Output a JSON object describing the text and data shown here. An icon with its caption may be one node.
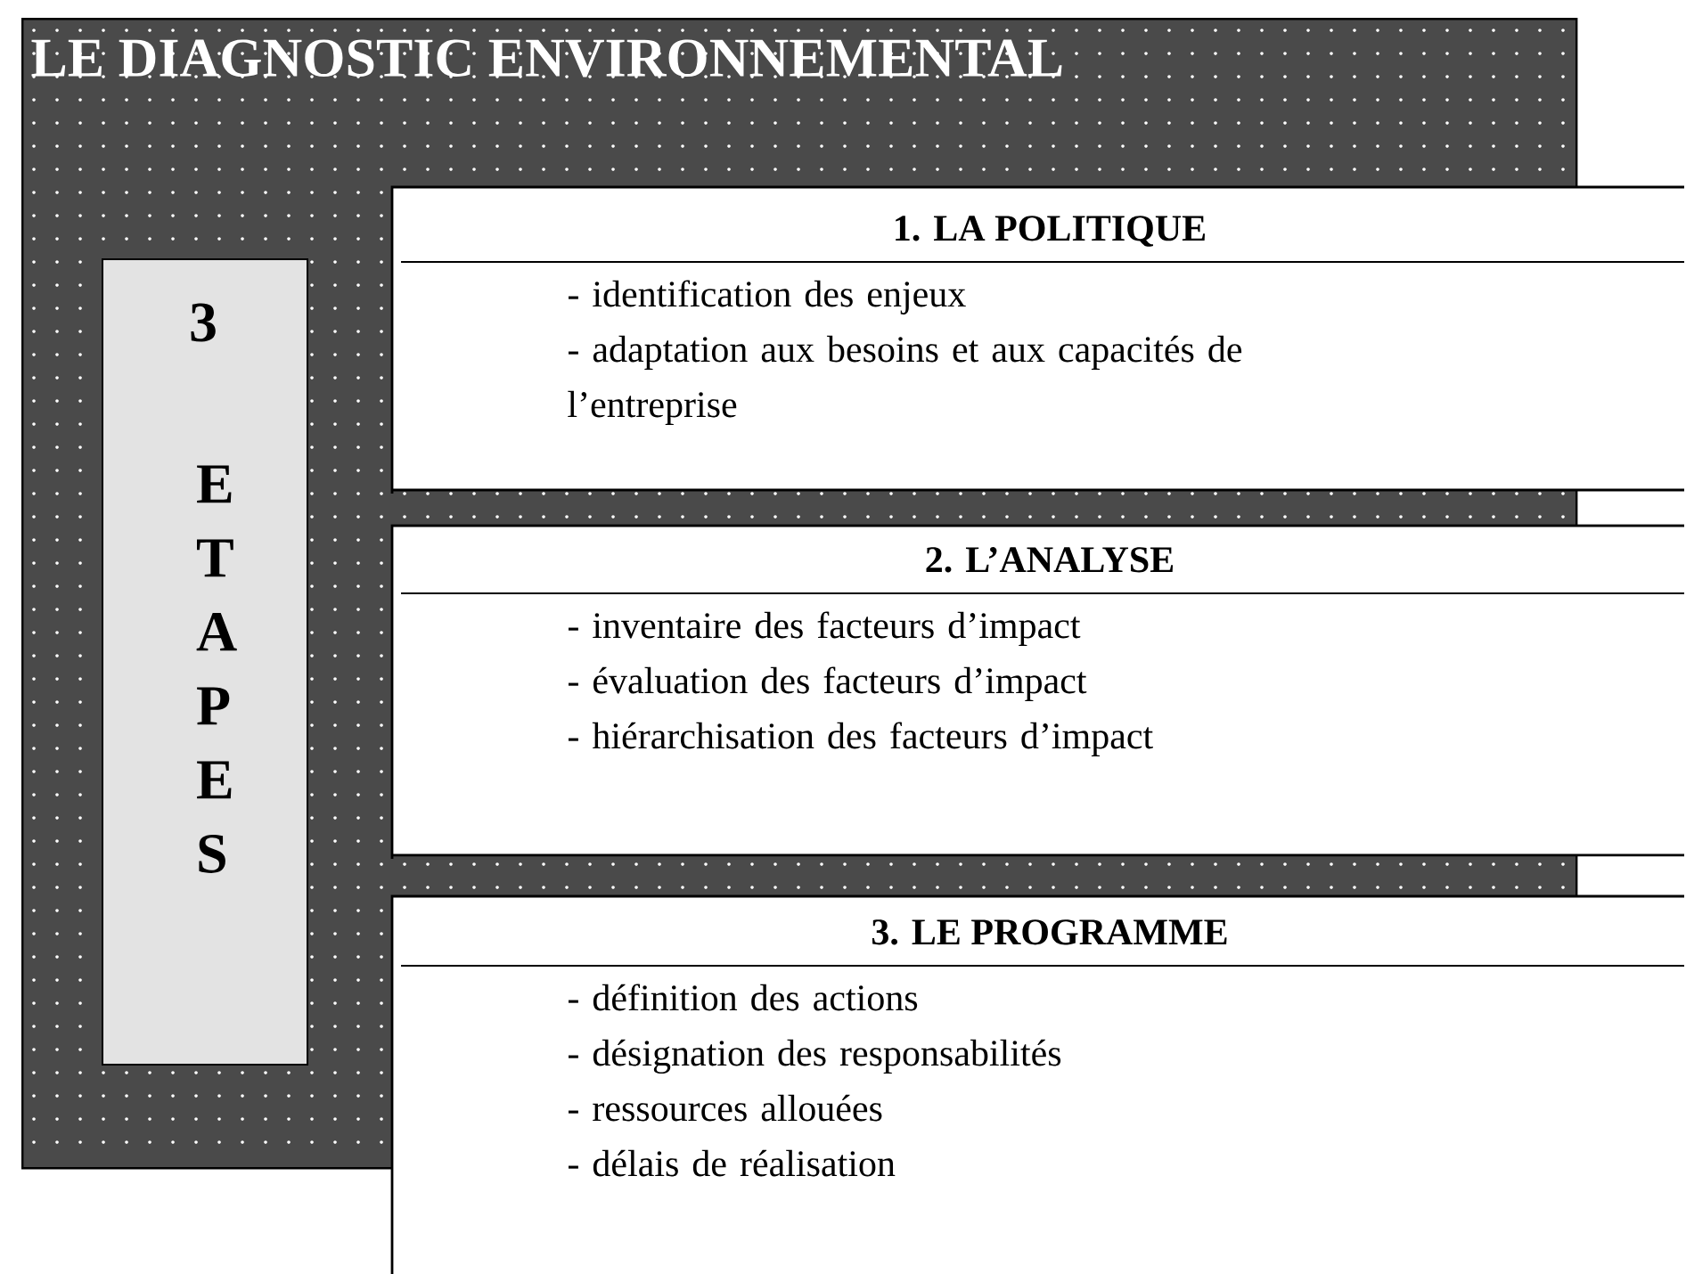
{
  "diagram": {
    "nodes": [
      {
        "text": [
          "LE DIAGNOSTIC ENVIRONNEMENTAL"
        ]
      },
      {
        "text": [
          "3",
          "E T A P E S"
        ],
        "in": 0
      },
      {
        "text": [
          "1. LA POLITIQUE",
          "- identification des enjeux",
          "- adaptation aux besoins et aux capacités de l’entreprise"
        ]
      },
      {
        "text": [
          "2. L’ANALYSE",
          "- inventaire des facteurs d’impact",
          "- évaluation des facteurs d’impact",
          "- hiérarchisation des facteurs d’impact"
        ]
      },
      {
        "text": [
          "3. LE PROGRAMME",
          "- définition des actions",
          "- désignation des responsabilités",
          "- ressources allouées",
          "- délais de réalisation"
        ]
      }
    ]
  }
}
